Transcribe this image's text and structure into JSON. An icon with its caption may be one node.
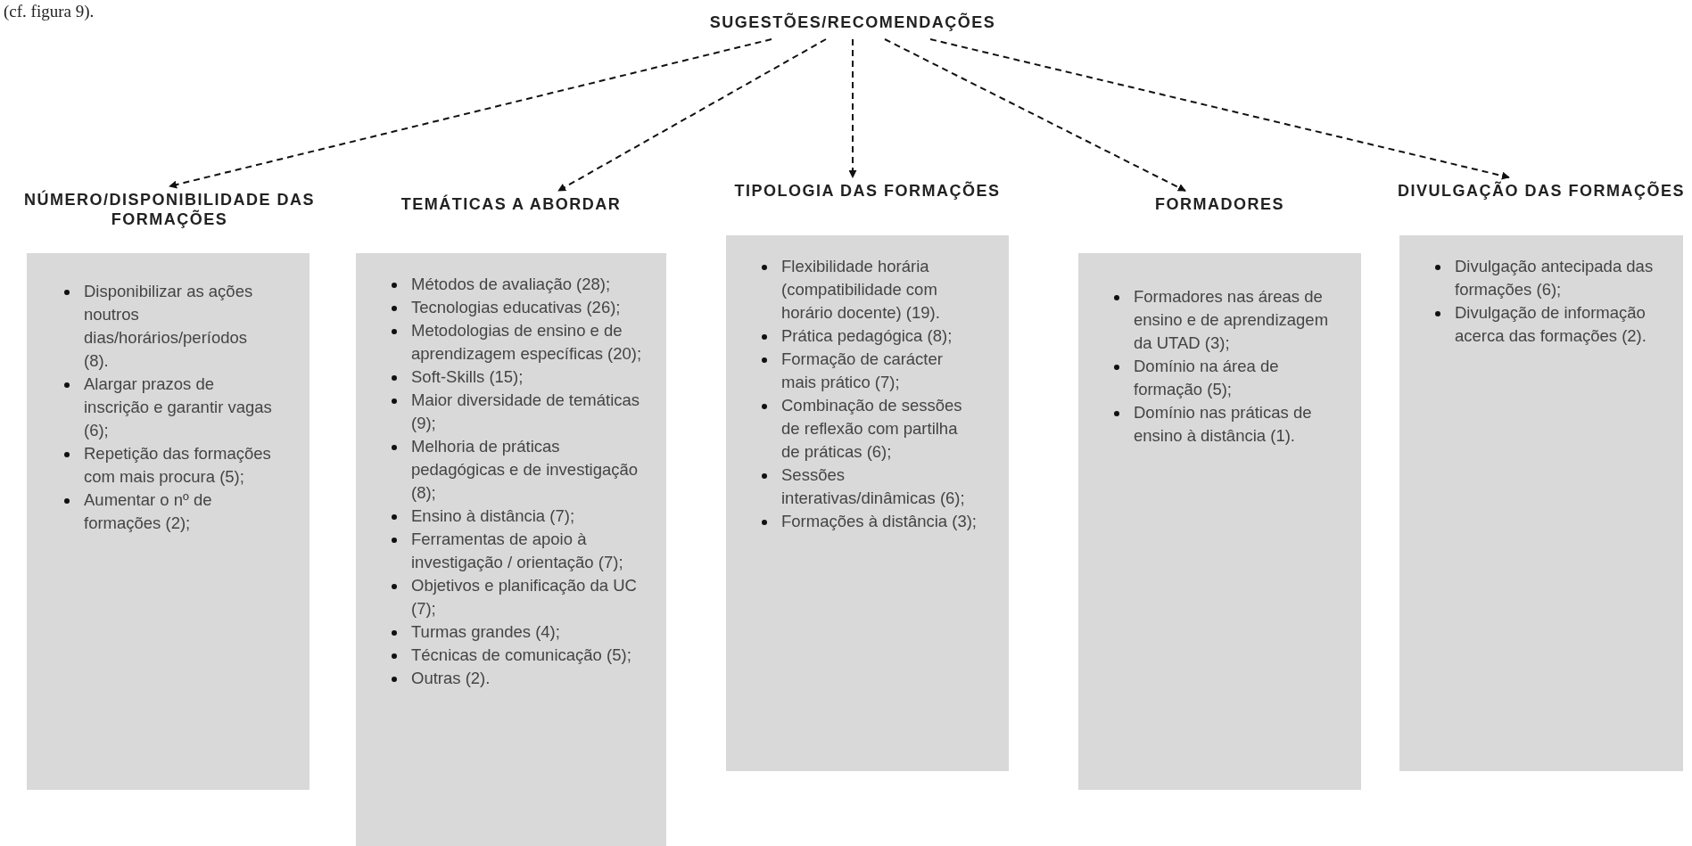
{
  "diagram": {
    "nodes": [
      {
        "text": [
          "SUGESTÕES/RECOMENDAÇÕES"
        ]
      },
      {
        "text": [
          "NÚMERO/DISPONIBILIDADE DAS FORMAÇÕES",
          "Disponibilizar as ações noutros dias/horários/períodos (8).",
          "Alargar prazos de inscrição e garantir vagas (6);",
          "Repetição das formações com mais procura (5);",
          "Aumentar o nº de formações (2);"
        ]
      },
      {
        "text": [
          "TEMÁTICAS A ABORDAR",
          "Métodos de avaliação (28);",
          "Tecnologias educativas (26);",
          "Metodologias de ensino e de aprendizagem específicas (20);",
          "Soft-Skills (15);",
          "Maior diversidade de temáticas (9);",
          "Melhoria de práticas pedagógicas e de investigação (8);",
          "Ensino à distância (7);",
          "Ferramentas de apoio à investigação / orientação (7);",
          "Objetivos e planificação da UC (7);",
          "Turmas grandes (4);",
          "Técnicas de comunicação (5);",
          "Outras (2)."
        ]
      },
      {
        "text": [
          "TIPOLOGIA DAS FORMAÇÕES",
          "Flexibilidade horária (compatibilidade com horário docente) (19).",
          "Prática pedagógica (8);",
          "Formação de carácter mais prático (7);",
          "Combinação de sessões de reflexão com partilha de práticas (6);",
          "Sessões interativas/dinâmicas (6);",
          "Formações à distância (3);"
        ]
      },
      {
        "text": [
          "FORMADORES",
          "Formadores nas áreas de ensino e de aprendizagem da UTAD (3);",
          "Domínio na área de formação (5);",
          "Domínio nas práticas de ensino à distância (1)."
        ]
      },
      {
        "text": [
          "DIVULGAÇÃO DAS FORMAÇÕES",
          "Divulgação antecipada das formações (6);",
          "Divulgação de informação acerca das formações (2)."
        ]
      }
    ],
    "edges": [
      {
        "from": 0,
        "to": 1,
        "arrow": "to",
        "style": "dashed"
      },
      {
        "from": 0,
        "to": 2,
        "arrow": "to",
        "style": "dashed"
      },
      {
        "from": 0,
        "to": 3,
        "arrow": "to",
        "style": "dashed"
      },
      {
        "from": 0,
        "to": 4,
        "arrow": "to",
        "style": "dashed"
      },
      {
        "from": 0,
        "to": 5,
        "arrow": "to",
        "style": "dashed"
      }
    ],
    "labels": [
      "(cf. figura 9)."
    ]
  }
}
